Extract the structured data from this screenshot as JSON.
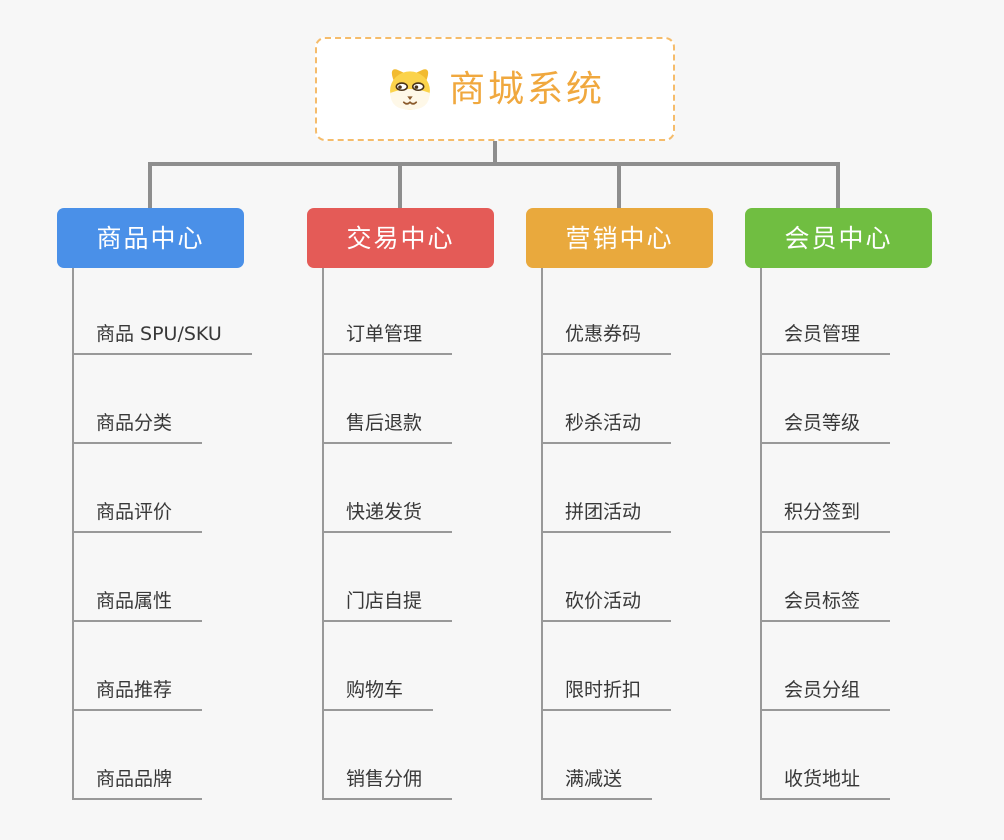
{
  "page": {
    "background": "#f7f7f7",
    "connector_color": "#8e8e8e",
    "leaf_line_color": "#999999"
  },
  "root": {
    "title": "商城系统",
    "icon": "dog-face-icon",
    "text_color": "#f0a83e",
    "border_color": "#f5bc6b"
  },
  "branches": [
    {
      "label": "商品中心",
      "color": "#4a90e8",
      "children": [
        "商品 SPU/SKU",
        "商品分类",
        "商品评价",
        "商品属性",
        "商品推荐",
        "商品品牌"
      ]
    },
    {
      "label": "交易中心",
      "color": "#e45b57",
      "children": [
        "订单管理",
        "售后退款",
        "快递发货",
        "门店自提",
        "购物车",
        "销售分佣"
      ]
    },
    {
      "label": "营销中心",
      "color": "#e9a93d",
      "children": [
        "优惠券码",
        "秒杀活动",
        "拼团活动",
        "砍价活动",
        "限时折扣",
        "满减送"
      ]
    },
    {
      "label": "会员中心",
      "color": "#70be41",
      "children": [
        "会员管理",
        "会员等级",
        "积分签到",
        "会员标签",
        "会员分组",
        "收货地址"
      ]
    }
  ]
}
